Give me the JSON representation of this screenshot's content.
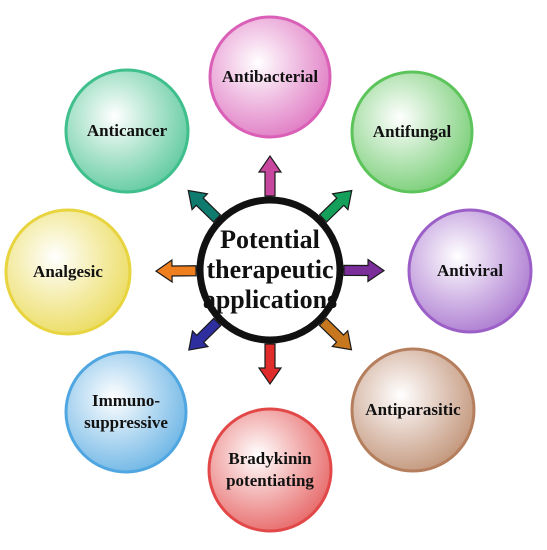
{
  "center": {
    "lines": [
      "Potential",
      "therapeutic",
      "applications"
    ],
    "ring_color": "#111111"
  },
  "applications": [
    {
      "name": "antibacterial",
      "lines": [
        "Antibacterial"
      ],
      "color": "#d95fb7",
      "arrow_color": "#c8479e"
    },
    {
      "name": "antifungal",
      "lines": [
        "Antifungal"
      ],
      "color": "#5cc45a",
      "arrow_color": "#14a05a"
    },
    {
      "name": "antiviral",
      "lines": [
        "Antiviral"
      ],
      "color": "#9b5fc7",
      "arrow_color": "#7b2d9a"
    },
    {
      "name": "antiparasitic",
      "lines": [
        "Antiparasitic"
      ],
      "color": "#b57f5e",
      "arrow_color": "#c7781e"
    },
    {
      "name": "bradykinin-potentiating",
      "lines": [
        "Bradykinin",
        "potentiating"
      ],
      "color": "#e24848",
      "arrow_color": "#e02b2b"
    },
    {
      "name": "immunosuppressive",
      "lines": [
        "Immuno-",
        "suppressive"
      ],
      "color": "#4fa6e0",
      "arrow_color": "#2e2e9e"
    },
    {
      "name": "analgesic",
      "lines": [
        "Analgesic"
      ],
      "color": "#e7d43e",
      "arrow_color": "#ef7f1e"
    },
    {
      "name": "anticancer",
      "lines": [
        "Anticancer"
      ],
      "color": "#3fbf8c",
      "arrow_color": "#0f7a6e"
    }
  ]
}
